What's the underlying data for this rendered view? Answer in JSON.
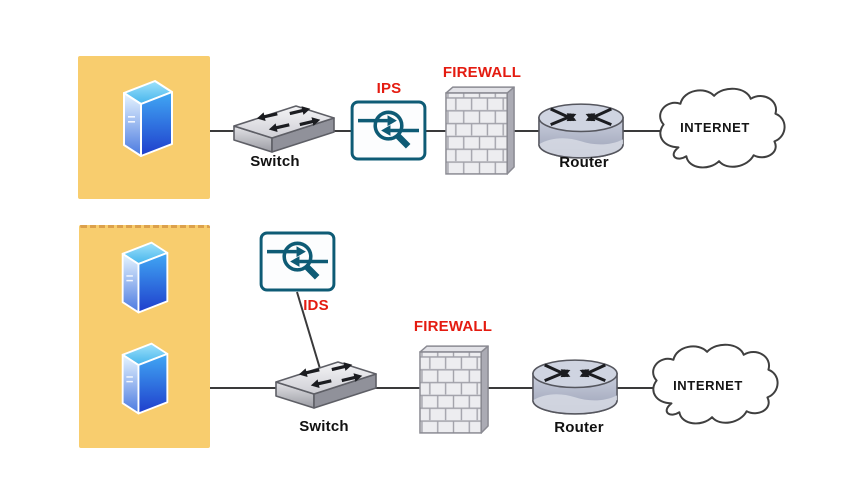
{
  "diagram": {
    "title_semantics": "IPS inline vs IDS out-of-band network placement",
    "colors": {
      "zone_fill": "#F8CD6E",
      "zone_dash": "#DCA14C",
      "label_red": "#E41B10",
      "label_black": "#111111",
      "sensor_teal": "#0E5B75",
      "connector_line": "#3A3A3B",
      "server_blue_dark": "#1F3ECC",
      "server_blue_light": "#63CCF5"
    },
    "top_flow": {
      "switch_label": "Switch",
      "sensor_label": "IPS",
      "firewall_label": "FIREWALL",
      "router_label": "Router",
      "internet_label": "INTERNET"
    },
    "bottom_flow": {
      "switch_label": "Switch",
      "sensor_label": "IDS",
      "firewall_label": "FIREWALL",
      "router_label": "Router",
      "internet_label": "INTERNET"
    }
  }
}
